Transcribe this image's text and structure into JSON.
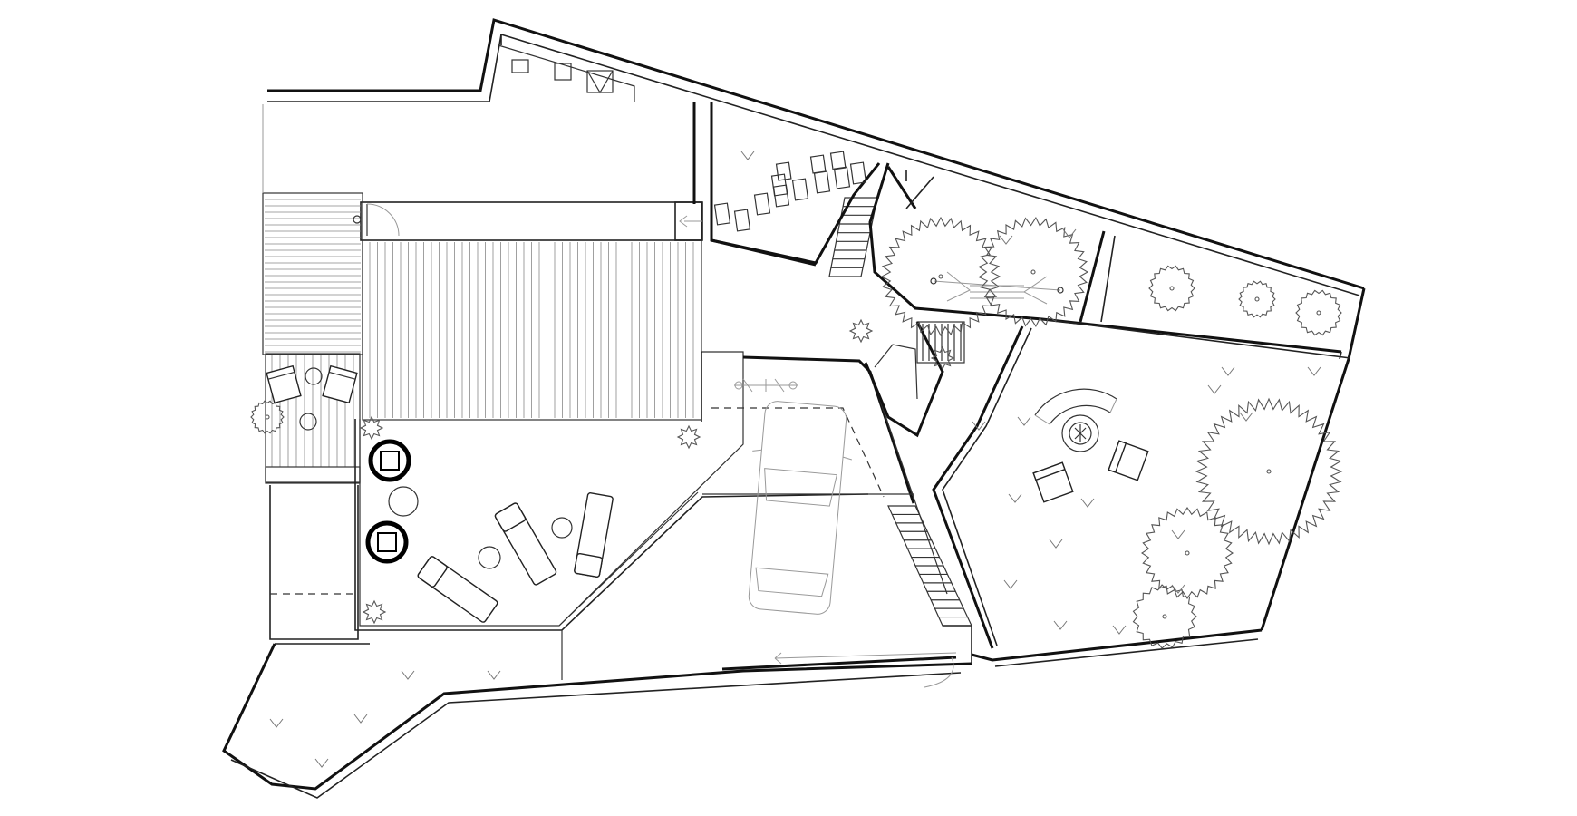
{
  "drawing": {
    "type": "site plan",
    "colors": {
      "background": "#ffffff",
      "line": "#111111",
      "light_line": "#999999",
      "vegetation": "#555555"
    },
    "icons": [
      "tree-icon",
      "shrub-icon",
      "lounge-chair-icon",
      "armchair-icon",
      "round-table-icon",
      "car-icon",
      "bicycle-icon",
      "fire-pit-icon",
      "door-swing-icon",
      "slope-arrow-icon"
    ],
    "slope_arrow_count": 22,
    "tree_count": 9
  }
}
